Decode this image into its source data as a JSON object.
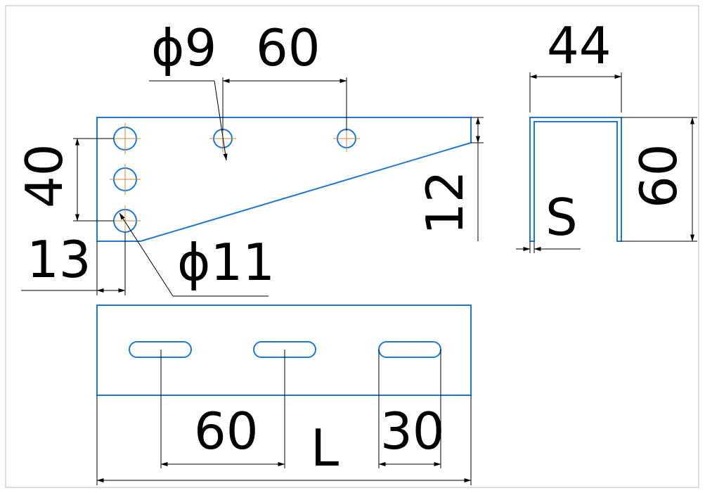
{
  "colors": {
    "outline": "#1E78D2",
    "centerline": "#D2873C",
    "dimension": "#000000",
    "frame": "#bdbdbd",
    "background": "#ffffff"
  },
  "labels": {
    "hole_small_dia": "ϕ9",
    "hole_spacing_top": "60",
    "channel_width": "44",
    "vertical_spacing": "40",
    "edge_offset": "13",
    "hole_large_dia": "ϕ11",
    "taper_height": "12",
    "channel_height": "60",
    "thickness": "S",
    "slot_spacing": "60",
    "length": "L",
    "slot_length": "30"
  }
}
